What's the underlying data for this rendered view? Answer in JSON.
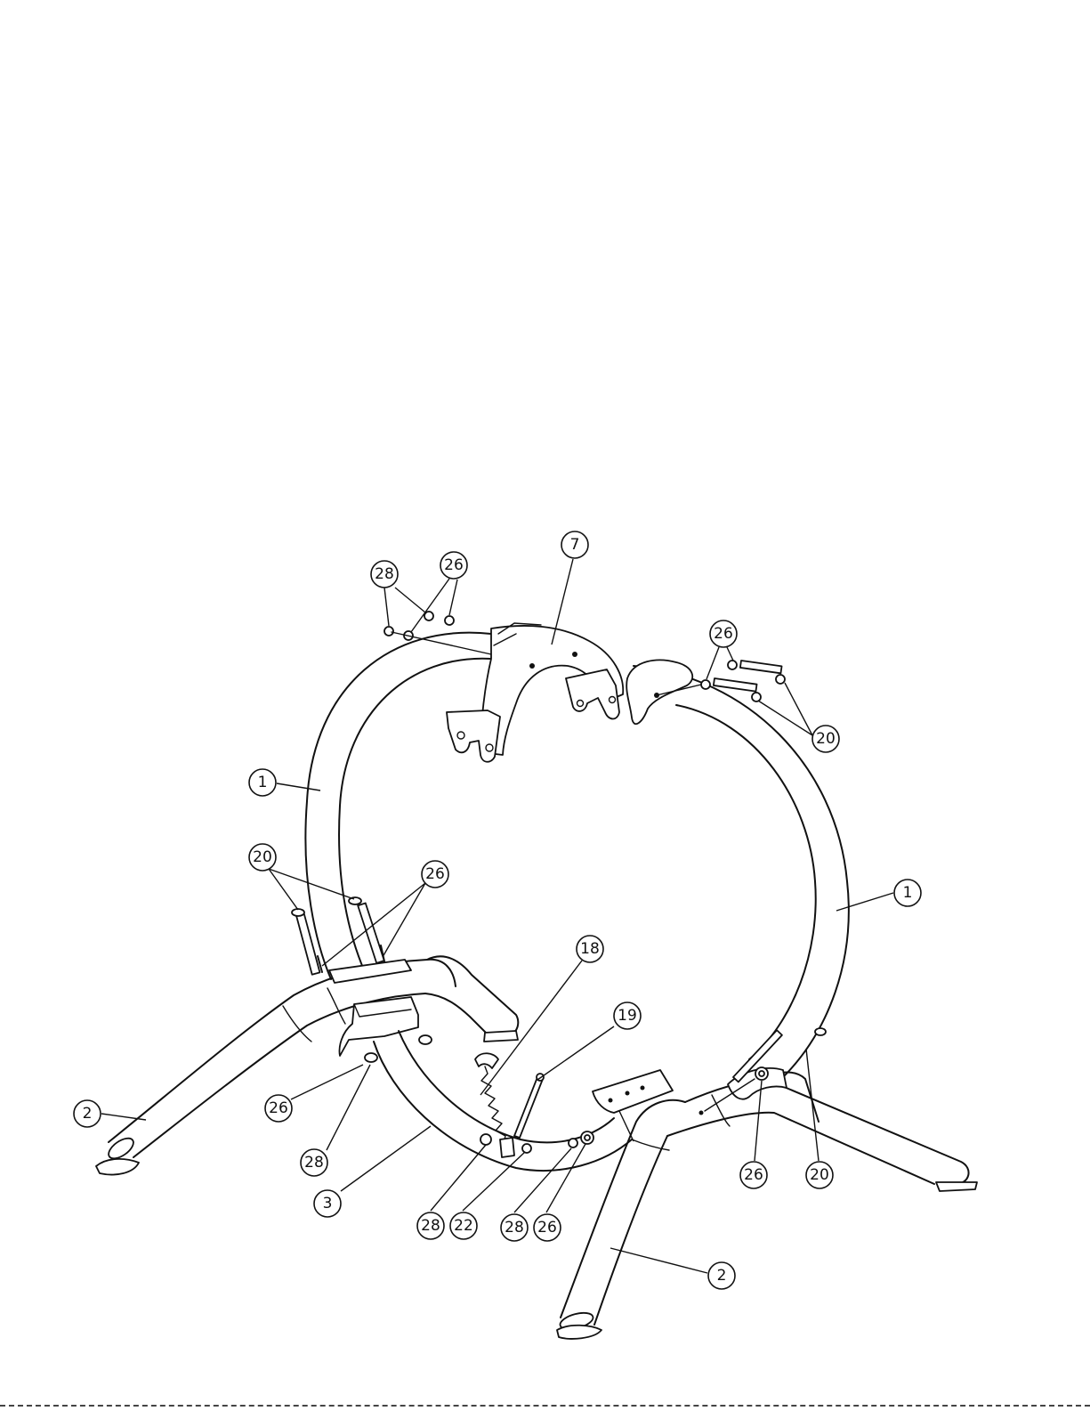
{
  "callouts": [
    {
      "id": "c28a",
      "label": "28"
    },
    {
      "id": "c26a",
      "label": "26"
    },
    {
      "id": "c7",
      "label": "7"
    },
    {
      "id": "c26b",
      "label": "26"
    },
    {
      "id": "c20a",
      "label": "20"
    },
    {
      "id": "c1a",
      "label": "1"
    },
    {
      "id": "c20b",
      "label": "20"
    },
    {
      "id": "c26c",
      "label": "26"
    },
    {
      "id": "c1b",
      "label": "1"
    },
    {
      "id": "c18",
      "label": "18"
    },
    {
      "id": "c19",
      "label": "19"
    },
    {
      "id": "c2a",
      "label": "2"
    },
    {
      "id": "c26d",
      "label": "26"
    },
    {
      "id": "c28b",
      "label": "28"
    },
    {
      "id": "c3",
      "label": "3"
    },
    {
      "id": "c28c",
      "label": "28"
    },
    {
      "id": "c22",
      "label": "22"
    },
    {
      "id": "c28d",
      "label": "28"
    },
    {
      "id": "c26e",
      "label": "26"
    },
    {
      "id": "c26f",
      "label": "26"
    },
    {
      "id": "c20c",
      "label": "20"
    },
    {
      "id": "c2b",
      "label": "2"
    }
  ]
}
